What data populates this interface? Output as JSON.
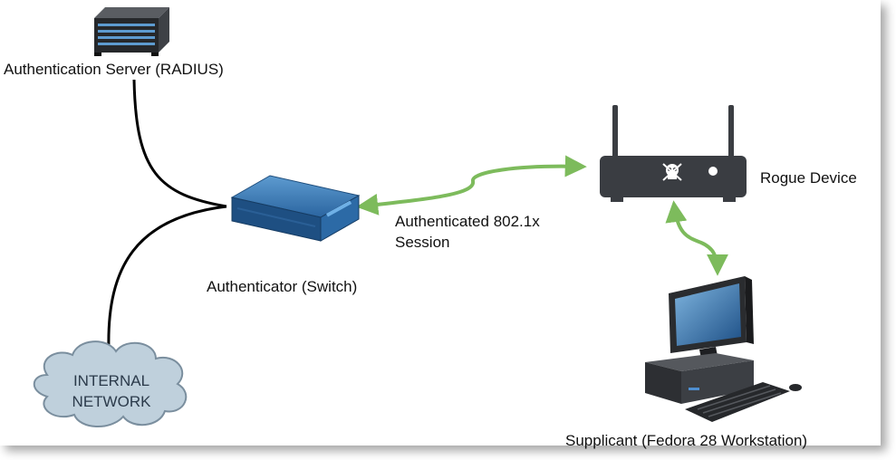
{
  "nodes": {
    "radius_server": {
      "label": "Authentication Server (RADIUS)",
      "icon": "server-icon"
    },
    "switch": {
      "label": "Authenticator (Switch)",
      "icon": "switch-icon"
    },
    "rogue": {
      "label": "Rogue Device",
      "icon": "router-icon"
    },
    "supplicant": {
      "label": "Supplicant (Fedora 28 Workstation)",
      "icon": "desktop-computer-icon"
    },
    "internal": {
      "line1": "INTERNAL",
      "line2": "NETWORK",
      "icon": "cloud-icon"
    }
  },
  "edges": {
    "session": {
      "line1": "Authenticated 802.1x",
      "line2": "Session"
    }
  },
  "colors": {
    "wire": "#000000",
    "link_green": "#7dbb5c",
    "cloud_fill": "#bfd0dc",
    "cloud_stroke": "#7a8e9e",
    "device_dark": "#3a3d42",
    "switch_blue": "#2e6da4"
  }
}
